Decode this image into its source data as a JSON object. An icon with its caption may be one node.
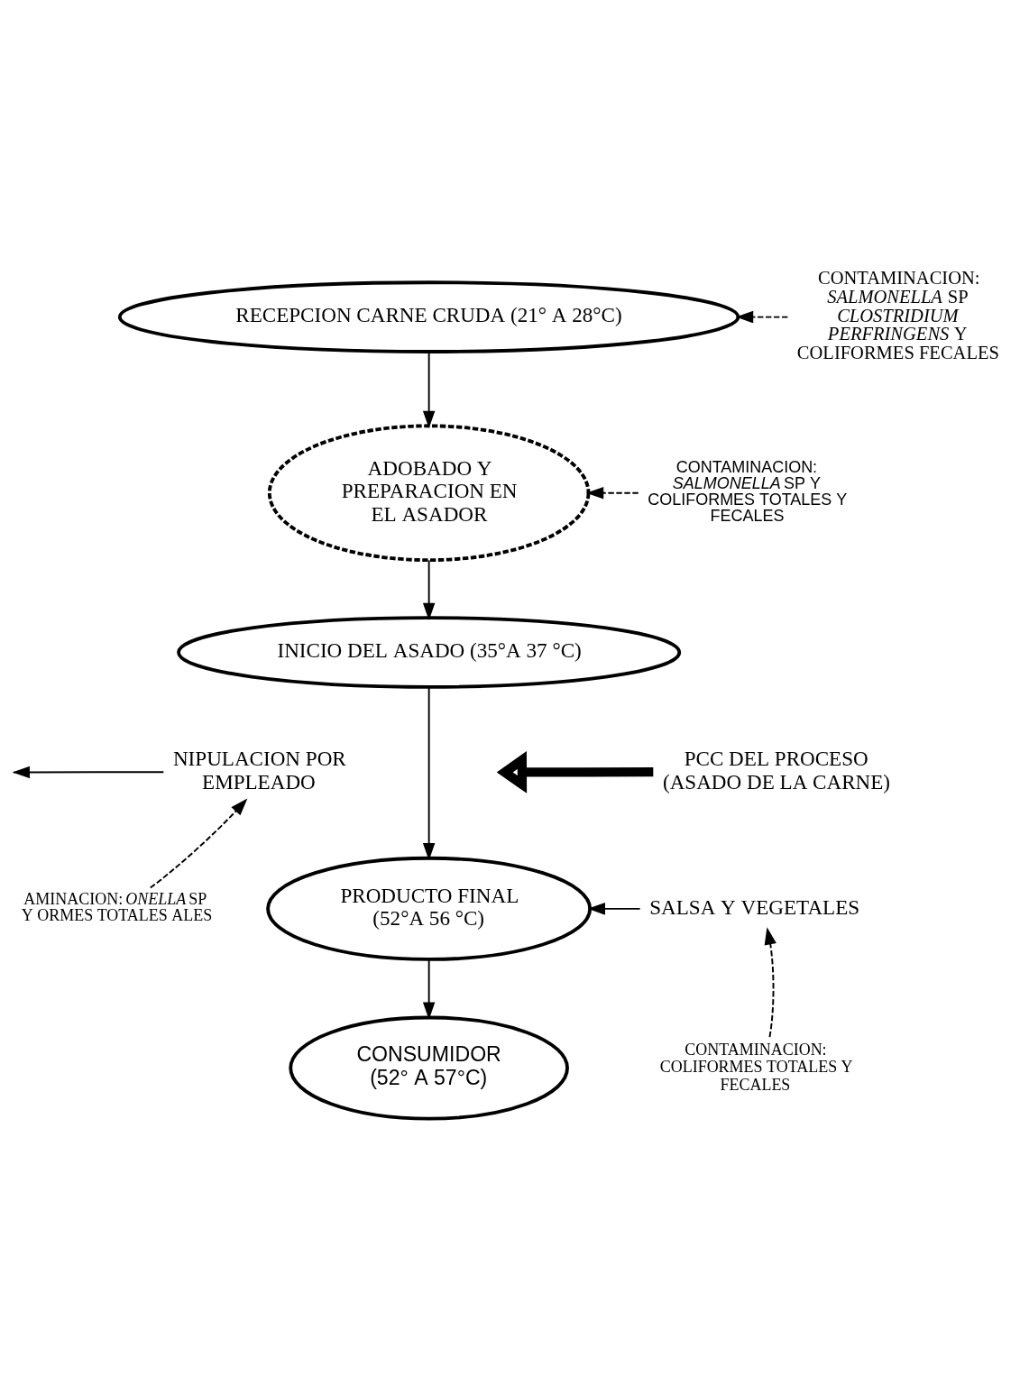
{
  "diagram": {
    "nodes": [
      {
        "text": [
          "RECEPCION CARNE CRUDA (21° A 28°C)"
        ]
      },
      {
        "text": [
          "CONTAMINACION: *SALMONELLA* SP *CLOSTRIDIUM PERFRINGENS* Y COLIFORMES FECALES"
        ]
      },
      {
        "text": [
          "ADOBADO Y PREPARACION EN EL ASADOR"
        ]
      },
      {
        "text": [
          "CONTAMINACION: *SALMONELLA* SP Y COLIFORMES TOTALES Y FECALES"
        ]
      },
      {
        "text": [
          "INICIO DEL ASADO (35°A 37 °C)"
        ]
      },
      {
        "text": [
          "NIPULACION POR EMPLEADO"
        ]
      },
      {
        "text": [
          "AMINACION: *ONELLA* SP Y ORMES TOTALES ALES"
        ]
      },
      {
        "text": [
          "PRODUCTO FINAL (52°A 56 °C)"
        ]
      },
      {
        "text": [
          "SALSA Y VEGETALES"
        ]
      },
      {
        "text": [
          "CONTAMINACION: COLIFORMES TOTALES Y FECALES"
        ]
      },
      {
        "text": [
          "CONSUMIDOR (52° A 57°C)"
        ]
      },
      {
        "text": [
          "PCC DEL PROCESO (ASADO DE LA CARNE)"
        ]
      }
    ],
    "edges": [
      {
        "from": 0,
        "to": 2,
        "arrow": "to"
      },
      {
        "from": 2,
        "to": 4,
        "arrow": "to"
      },
      {
        "from": 4,
        "to": 7,
        "arrow": "to"
      },
      {
        "from": 7,
        "to": 10,
        "arrow": "to"
      },
      {
        "from": 1,
        "to": 0,
        "arrow": "to",
        "style": "dashed"
      },
      {
        "from": 3,
        "to": 2,
        "arrow": "to",
        "style": "dashed"
      },
      {
        "from": 5,
        "to": null,
        "arrow": "to"
      },
      {
        "from": 6,
        "to": 5,
        "arrow": "to",
        "style": "dashed"
      },
      {
        "from": 8,
        "to": 7,
        "arrow": "to"
      },
      {
        "from": 9,
        "to": 8,
        "arrow": "to",
        "style": "dashed"
      },
      {
        "from": 11,
        "to": null,
        "arrow": "to",
        "style": "thick"
      }
    ]
  }
}
